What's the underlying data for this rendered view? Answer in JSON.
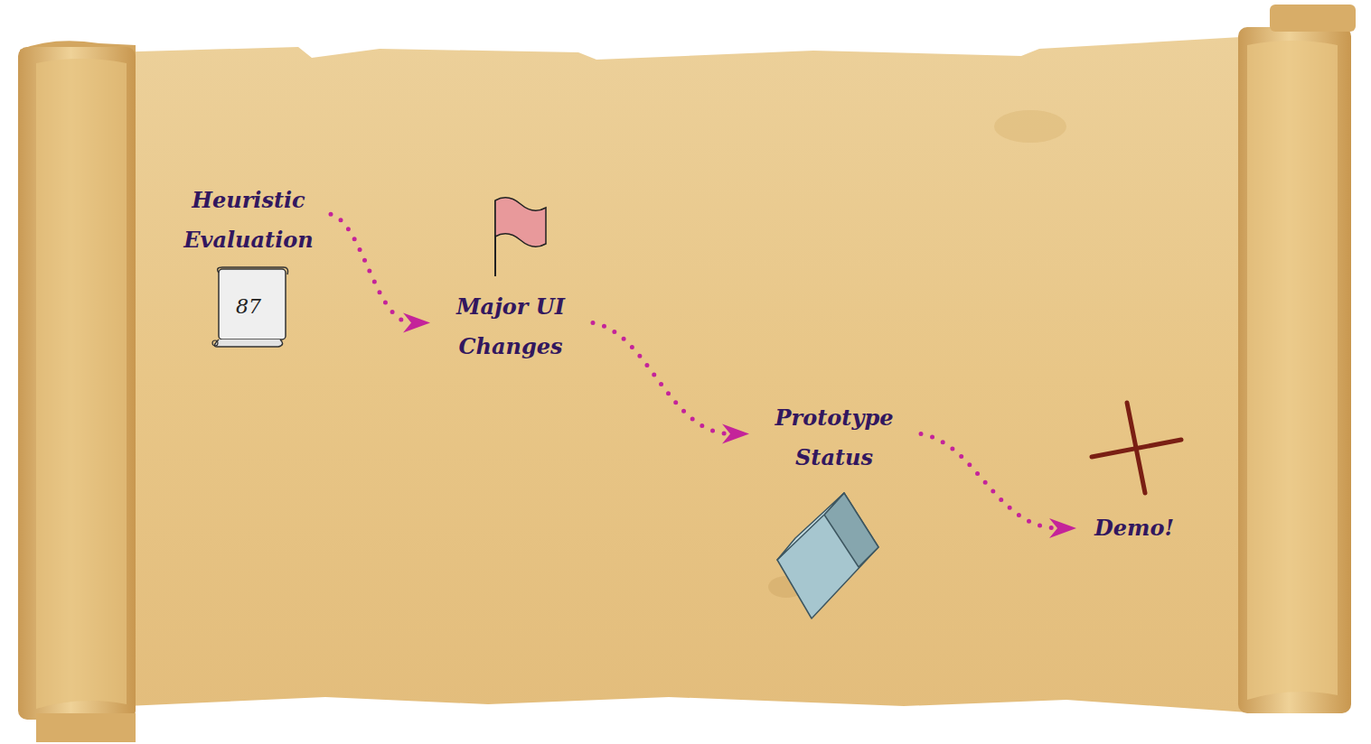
{
  "diagram": {
    "nodes": [
      {
        "text": [
          "Heuristic Evaluation",
          "87"
        ]
      },
      {
        "text": [
          "Major UI Changes"
        ]
      },
      {
        "text": [
          "Prototype Status"
        ]
      },
      {
        "text": [
          "Demo!"
        ]
      }
    ],
    "edges": [
      {
        "from": 0,
        "to": 1,
        "arrow": "to"
      },
      {
        "from": 1,
        "to": 2,
        "arrow": "to"
      },
      {
        "from": 2,
        "to": 3,
        "arrow": "to"
      }
    ]
  }
}
